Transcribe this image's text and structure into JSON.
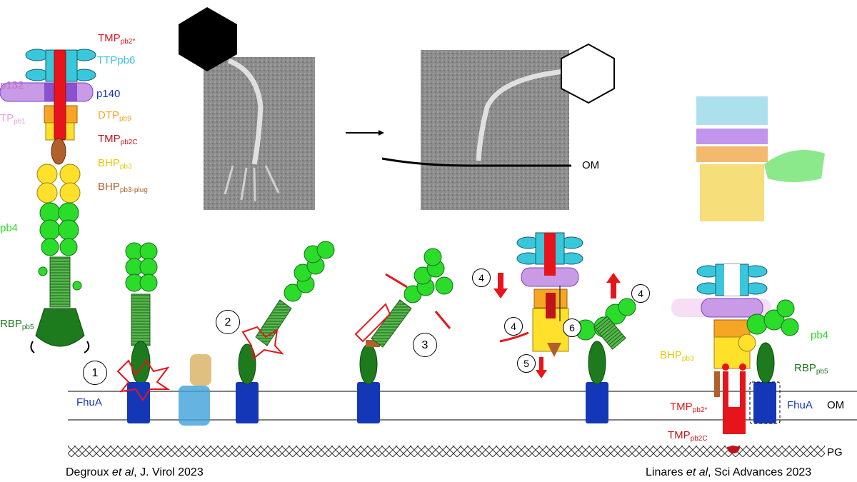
{
  "labels": {
    "tmp_pb2star_main": "TMP",
    "tmp_pb2star_main_sub": "pb2*",
    "ttp_pb6": "TTPpb6",
    "p140": "p140",
    "p132_frag": "p132",
    "tp_pb1_frag": "TP",
    "tp_pb1_frag_sub": "pb1",
    "dtp_pb9": "DTP",
    "dtp_pb9_sub": "pb9",
    "tmp_pb2c_main": "TMP",
    "tmp_pb2c_main_sub": "pb2C",
    "bhp_pb3_main": "BHP",
    "bhp_pb3_main_sub": "pb3",
    "bhp_pb3plug": "BHP",
    "bhp_pb3plug_sub": "pb3-plug",
    "pb4_left": "pb4",
    "rbp_pb5_left": "RBP",
    "rbp_pb5_left_sub": "pb5",
    "om_micro": "OM",
    "fhua_left": "FhuA",
    "bhp_pb3_right": "BHP",
    "bhp_pb3_right_sub": "pb3",
    "pb4_right": "pb4",
    "rbp_pb5_right": "RBP",
    "rbp_pb5_right_sub": "pb5",
    "tmp_pb2star_right": "TMP",
    "tmp_pb2star_right_sub": "pb2*",
    "fhua_right": "FhuA",
    "om_right": "OM",
    "tmp_pb2c_right": "TMP",
    "tmp_pb2c_right_sub": "pb2C",
    "pg": "PG"
  },
  "steps": [
    "1",
    "2",
    "3",
    "4",
    "4",
    "4",
    "5",
    "6"
  ],
  "citations": {
    "left_authors": "Degroux ",
    "left_etal": "et al",
    "left_rest": ", J. Virol  2023",
    "right_authors": "Linares ",
    "right_etal": "et al",
    "right_rest": ", Sci Advances  2023"
  },
  "colors": {
    "tmp": "#e8141b",
    "tmp_dark": "#c0141b",
    "ttp": "#39c7dc",
    "p140": "#7b40c8",
    "p132": "#d78fdc",
    "dtp": "#f5a623",
    "bhp": "#ffe02a",
    "plug": "#b0602a",
    "pb4": "#2bdc2b",
    "rbp": "#1d7a1d",
    "fhua": "#1437b8",
    "membrane": "#000000"
  },
  "icons": [
    "capsid-hexagon-filled",
    "capsid-hexagon-outline",
    "arrow-right",
    "red-arrow",
    "crosshatch-peptidoglycan",
    "protein-ribbon-structure"
  ]
}
